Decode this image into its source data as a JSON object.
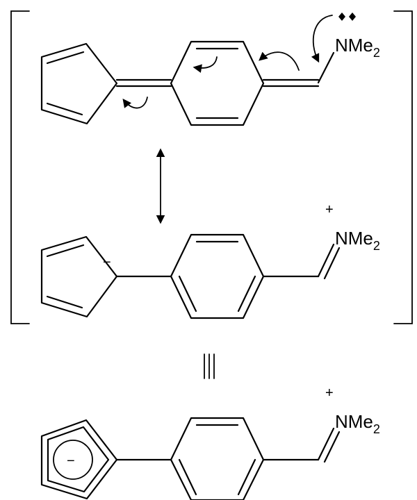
{
  "structures": {
    "top": {
      "amine_group": {
        "main": "NMe",
        "sub": "2"
      }
    },
    "middle": {
      "iminium_group": {
        "main": "NMe",
        "sub": "2",
        "charge": "+"
      },
      "anion_charge": "−"
    },
    "bottom": {
      "iminium_group": {
        "main": "NMe",
        "sub": "2",
        "charge": "+"
      },
      "ring_charge": "−"
    }
  },
  "colors": {
    "ink": "#000000",
    "background": "#ffffff"
  }
}
